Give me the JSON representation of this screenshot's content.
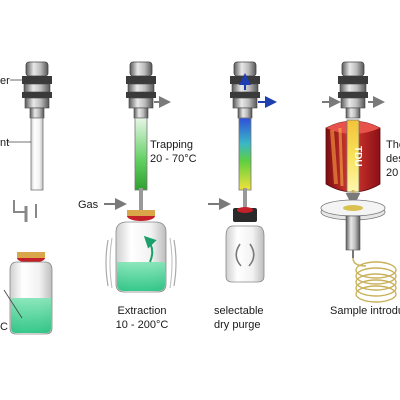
{
  "labels": {
    "adapter_cut": "er",
    "tube_cut": "nt",
    "vial_cut": "C",
    "trapping": "Trapping",
    "trapping_temp": "20 - 70°C",
    "gas": "Gas",
    "extraction": "Extraction",
    "extraction_temp": "10 - 200°C",
    "selectable": "selectable",
    "dry_purge": "dry purge",
    "thermal_cut": "The",
    "desorption_cut": "des",
    "desorption_temp_cut": "20",
    "sample_intro": "Sample introdu",
    "tdu": "TDU"
  },
  "colors": {
    "metal_dark": "#6d6d6d",
    "metal_light": "#d9d9d9",
    "arrow_gray": "#7a7a7a",
    "arrow_blue": "#1f3fb0",
    "liquid_green": "#33cc88",
    "trap_green": "#3fb93f",
    "tdu_red": "#c4202a",
    "coil_gold": "#c9b15a"
  }
}
